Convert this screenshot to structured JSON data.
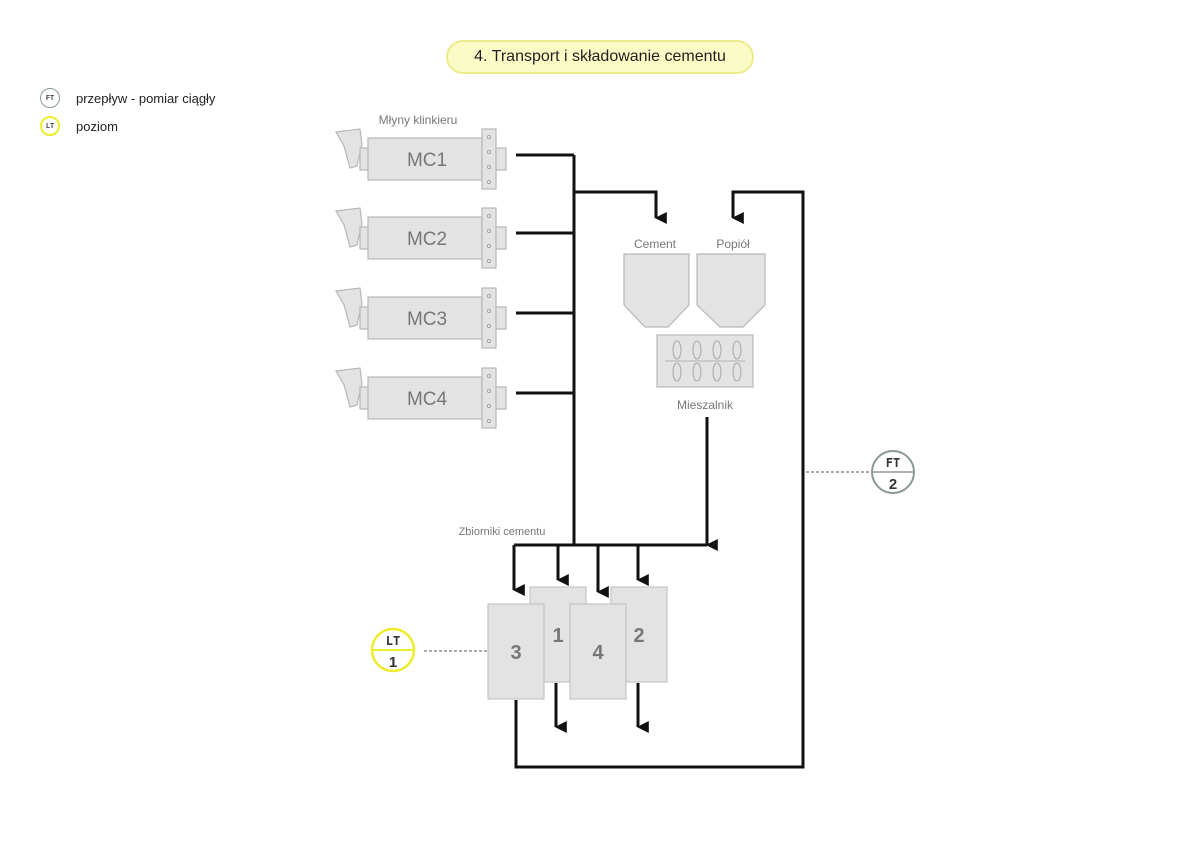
{
  "title": "4. Transport i składowanie cementu",
  "legend": {
    "flow": {
      "icon": "FT",
      "label": "przepływ - pomiar ciągły"
    },
    "level": {
      "icon": "LT",
      "label": "poziom"
    }
  },
  "labels": {
    "mills_header": "Młyny klinkieru",
    "cement_hopper": "Cement",
    "ash_hopper": "Popiół",
    "mixer": "Mieszalnik",
    "tanks_header": "Zbiorniki cementu"
  },
  "mills": [
    "MC1",
    "MC2",
    "MC3",
    "MC4"
  ],
  "tanks": {
    "t1": "1",
    "t2": "2",
    "t3": "3",
    "t4": "4"
  },
  "instruments": {
    "flow": {
      "tag": "FT",
      "number": "2"
    },
    "level": {
      "tag": "LT",
      "number": "1"
    }
  },
  "colors": {
    "line": "#111111",
    "equipment_fill": "#e3e3e3",
    "equipment_stroke": "#b8b8b8",
    "equipment_text": "#777777",
    "flow_ring": "#8a9a8f",
    "level_ring": "#eded2e",
    "title_fill": "#fbfbc6"
  }
}
